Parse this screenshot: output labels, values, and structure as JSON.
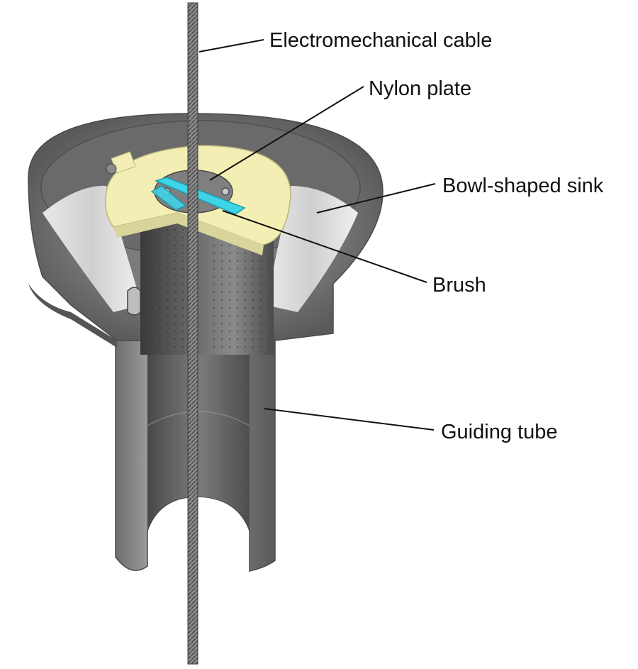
{
  "labels": {
    "cable": "Electromechanical cable",
    "nylon_plate": "Nylon plate",
    "bowl_sink": "Bowl-shaped sink",
    "brush": "Brush",
    "guiding_tube": "Guiding tube"
  },
  "colors": {
    "background": "#ffffff",
    "steel_dark": "#5d5d5d",
    "steel_mid": "#8a8a8a",
    "steel_light": "#c9c9c9",
    "nylon": "#f3efb4",
    "brush": "#3fd3e8",
    "leader_line": "#111111"
  }
}
